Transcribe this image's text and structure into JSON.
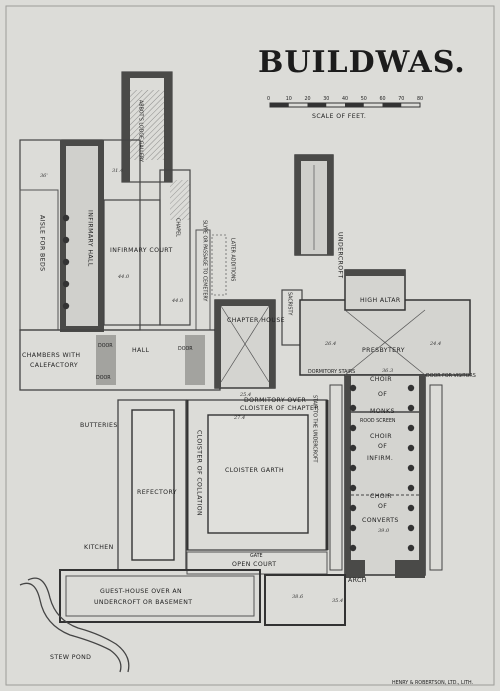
{
  "title": "BUILDWAS.",
  "scale": {
    "label": "SCALE OF FEET.",
    "ticks": [
      "0",
      "10",
      "20",
      "30",
      "40",
      "50",
      "60",
      "70",
      "80"
    ]
  },
  "labels": {
    "undercroft": "UNDERCROFT",
    "abbots_lodge": "ABBOT'S LODGE GALLERY",
    "infirmary_hall": "INFIRMARY HALL",
    "aisle_for_beds": "AISLE FOR BEDS",
    "infirmary_court": "INFIRMARY COURT",
    "chapel": "CHAPEL",
    "slype": "SLYPE OR PASSAGE TO CEMETERY",
    "later_additions": "LATER ADDITIONS",
    "sacristy": "SACRISTY",
    "high_altar": "HIGH ALTAR",
    "chapter_house": "CHAPTER HOUSE",
    "hall": "HALL",
    "door1": "DOOR",
    "door2": "DOOR",
    "door3": "DOOR",
    "chambers": "CHAMBERS WITH",
    "calefactory": "CALEFACTORY",
    "presbytery": "PRESBYTERY",
    "choir": "CHOIR",
    "of": "OF",
    "monks": "MONKS",
    "dormitory_stairs": "DORMITORY STAIRS",
    "dormitory_over": "DORMITORY OVER",
    "cloister_of_chapter": "CLOISTER OF CHAPTER",
    "door_for_visitors": "DOOR FOR VISITORS",
    "butteries": "BUTTERIES",
    "cloister_of_collation": "CLOISTER OF COLLATION",
    "cloister_garth": "CLOISTER GARTH",
    "stair_undercroft": "STAIR TO THE UNDERCROFT",
    "rood_screen": "ROOD SCREEN",
    "choir2": "CHOIR",
    "of2": "OF",
    "infirm": "INFIRM.",
    "choir3": "CHOIR",
    "of3": "OF",
    "converts": "CONVERTS",
    "refectory": "REFECTORY",
    "kitchen": "KITCHEN",
    "gate": "GATE",
    "open_court": "OPEN COURT",
    "arch": "ARCH",
    "guest_house_1": "GUEST-HOUSE OVER AN",
    "guest_house_2": "UNDERCROFT OR BASEMENT",
    "stew_pond": "STEW POND",
    "printer": "HENRY & ROBERTSON, LTD., LITH."
  },
  "dimensions": {
    "d1": "36'",
    "d2": "31.4",
    "d3": "44.0",
    "d4": "44.0",
    "d5": "25.4",
    "d6": "27.4",
    "d7": "26.4",
    "d8": "24.4",
    "d9": "38.6",
    "d10": "35.4",
    "d11": "36.3",
    "d12": "39.0"
  },
  "colors": {
    "paper": "#dcdcd8",
    "border": "#b9b9b6",
    "ink": "#2b2b2a"
  }
}
